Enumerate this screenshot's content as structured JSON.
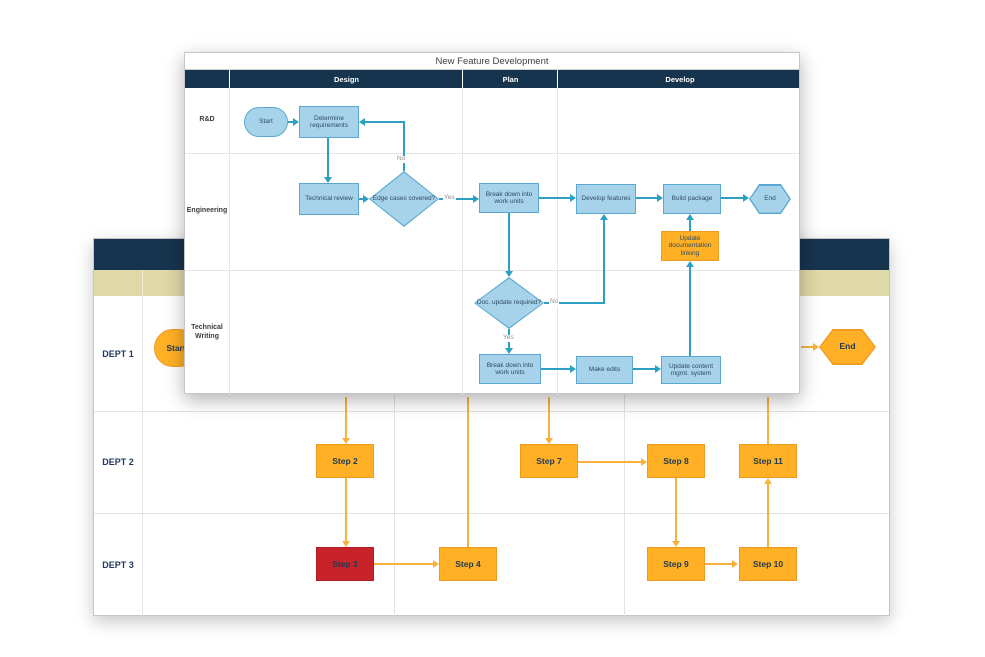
{
  "front": {
    "title": "New Feature Development",
    "phases": [
      "Design",
      "Plan",
      "Develop"
    ],
    "lanes": [
      "R&D",
      "Engineering",
      "Technical Writing"
    ],
    "nodes": {
      "start": "Start",
      "determine_requirements": "Determine requirements",
      "technical_review": "Technical review",
      "edge_cases": "Edge cases covered?",
      "breakdown_eng": "Break down into work units",
      "develop_features": "Develop features",
      "build_package": "Build package",
      "end": "End",
      "update_doc_linking": "Update documentation linking",
      "doc_update": "Doc. update required?",
      "breakdown_tw": "Break down into work units",
      "make_edits": "Make edits",
      "update_cms": "Update content mgmt. system"
    },
    "edge_labels": {
      "no_edge_cases": "No",
      "yes_edge_cases": "Yes",
      "no_doc_update": "No",
      "yes_doc_update": "Yes"
    }
  },
  "back": {
    "lanes": [
      "DEPT 1",
      "DEPT 2",
      "DEPT 3"
    ],
    "nodes": {
      "start": "Start",
      "step2": "Step 2",
      "step3": "Step 3",
      "step4": "Step 4",
      "step7": "Step 7",
      "step8": "Step 8",
      "step9": "Step 9",
      "step10": "Step 10",
      "step11": "Step 11",
      "end": "End"
    }
  },
  "colors": {
    "navy": "#17344E",
    "tan": "#DFD8A7",
    "blue_fill": "#A6D3EA",
    "blue_border": "#5AA8D2",
    "teal_connector": "#2E9FC4",
    "orange_fill": "#FFB025",
    "orange_border": "#EF9A20",
    "orange_connector": "#F9B13D",
    "red_fill": "#C9232A",
    "red_border": "#AF1E25"
  }
}
